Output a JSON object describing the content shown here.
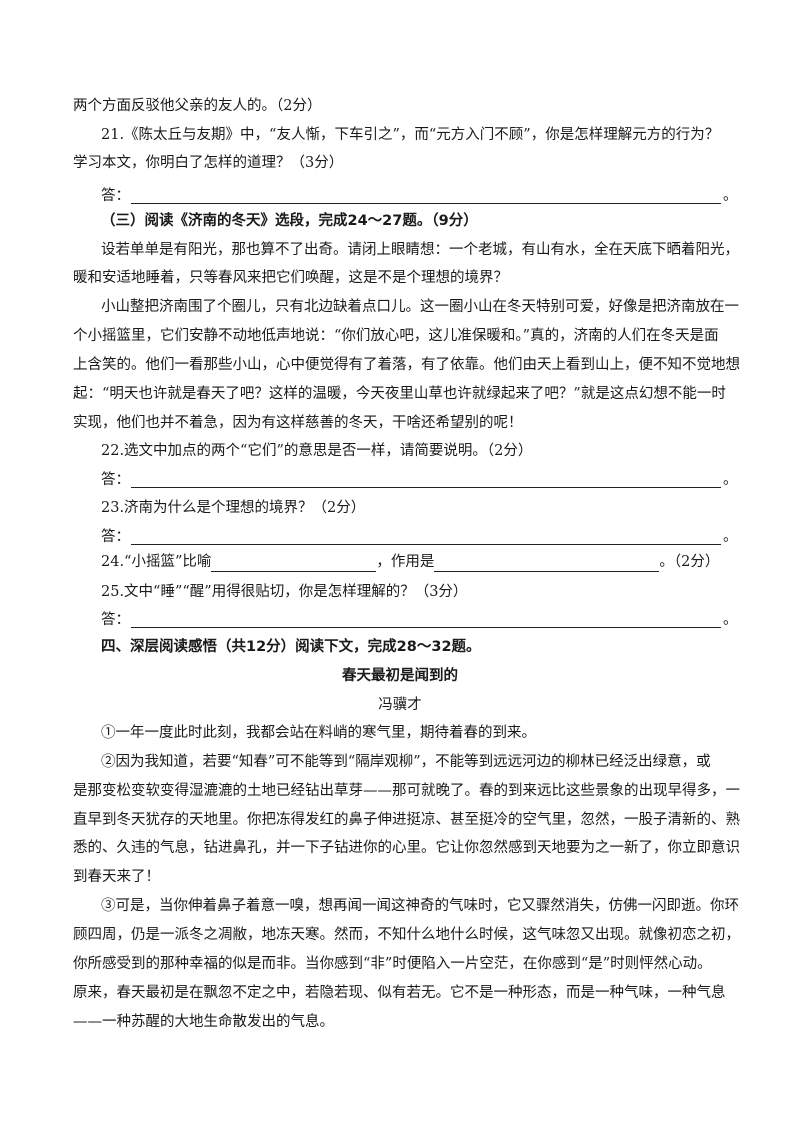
{
  "lines": {
    "l01": "两个方面反驳他父亲的友人的。（2分）",
    "l02": "21.《陈太丘与友期》中，“友人惭，下车引之”，而“元方入门不顾”，你是怎样理解元方的行为？",
    "l03": "学习本文，你明白了怎样的道理？（3分）",
    "sec3": "（三）阅读《济南的冬天》选段，完成24～27题。（9分）",
    "p1a": "设若单单是有阳光，那也算不了出奇。请闭上眼睛想：一个老城，有山有水，全在天底下晒着阳光，",
    "p1b": "暖和安适地睡着，只等春风来把它们唤醒，这是不是个理想的境界？",
    "p2a": "小山整把济南围了个圈儿，只有北边缺着点口儿。这一圈小山在冬天特别可爱，好像是把济南放在一",
    "p2b": "个小摇篮里，它们安静不动地低声地说：“你们放心吧，这儿准保暖和。”真的，济南的人们在冬天是面",
    "p2c": "上含笑的。他们一看那些小山，心中便觉得有了着落，有了依靠。他们由天上看到山上，便不知不觉地想",
    "p2d": "起：“明天也许就是春天了吧？这样的温暖，今天夜里山草也许就绿起来了吧？”就是这点幻想不能一时",
    "p2e": "实现，他们也并不着急，因为有这样慈善的冬天，干啥还希望别的呢！",
    "q22": "22.选文中加点的两个“它们”的意思是否一样，请简要说明。（2分）",
    "q23": "23.济南为什么是个理想的境界？（2分）",
    "q24a": "24.“小摇篮”比喻",
    "q24b": "，作用是",
    "q24c": "。（2分）",
    "q25": "25.文中“睡”“醒”用得很贴切，你是怎样理解的？（3分）",
    "sec4": "四、深层阅读感悟（共12分）阅读下文，完成28～32题。",
    "title": "春天最初是闻到的",
    "author": "冯骥才",
    "a1": "①一年一度此时此刻，我都会站在料峭的寒气里，期待着春的到来。",
    "a2a": "②因为我知道，若要“知春”可不能等到“隔岸观柳”，不能等到远远河边的柳林已经泛出绿意，或",
    "a2b": "是那变松变软变得湿漉漉的土地已经钻出草芽——那可就晚了。春的到来远比这些景象的出现早得多，一",
    "a2c": "直早到冬天犹存的天地里。你把冻得发红的鼻子伸进挺凉、甚至挺冷的空气里，忽然，一股子清新的、熟",
    "a2d": "悉的、久违的气息，钻进鼻孔，并一下子钻进你的心里。它让你忽然感到天地要为之一新了，你立即意识",
    "a2e": "到春天来了！",
    "a3a": "③可是，当你伸着鼻子着意一嗅，想再闻一闻这神奇的气味时，它又骤然消失，仿佛一闪即逝。你环",
    "a3b": "顾四周，仍是一派冬之凋敝，地冻天寒。然而，不知什么地什么时候，这气味忽又出现。就像初恋之初，",
    "a3c": "你所感受到的那种幸福的似是而非。当你感到“非”时便陷入一片空茫，在你感到“是”时则怦然心动。",
    "a3d": "原来，春天最初是在飘忽不定之中，若隐若现、似有若无。它不是一种形态，而是一种气味，一种气息",
    "a3e": "——一种苏醒的大地生命散发出的气息。"
  },
  "answer_label": "答：",
  "answer_end": "。"
}
